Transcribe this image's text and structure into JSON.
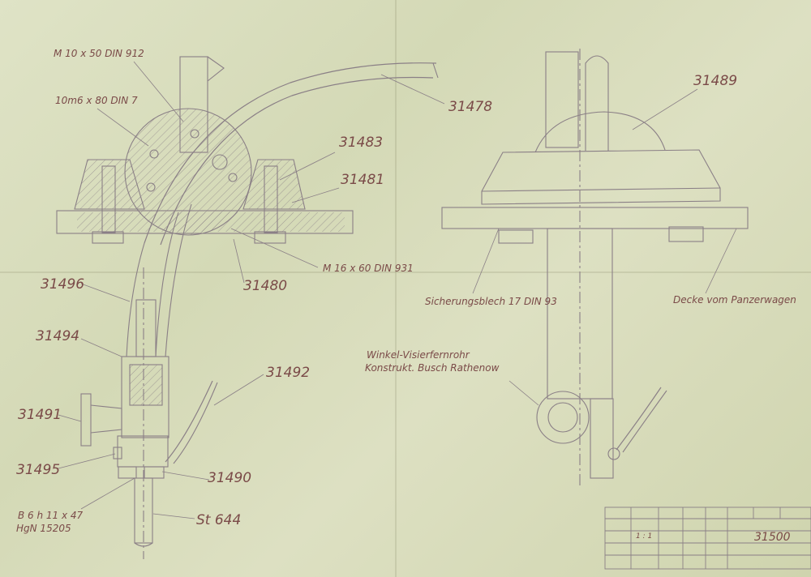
{
  "labels": {
    "m10": "M 10 x 50 DIN 912",
    "m6": "10m6 x 80 DIN 7",
    "p31478": "31478",
    "p31483": "31483",
    "p31481": "31481",
    "m16": "M 16 x 60 DIN 931",
    "p31480": "31480",
    "p31496": "31496",
    "p31494": "31494",
    "p31492": "31492",
    "p31491": "31491",
    "p31495": "31495",
    "p31490": "31490",
    "b6h": "B 6 h 11 x 47",
    "hgn": "HgN 15205",
    "st644": "St 644",
    "p31489": "31489",
    "sicherung": "Sicherungsblech 17 DIN 93",
    "decke": "Decke vom Panzerwagen",
    "winkel": "Winkel-Visierfernrohr",
    "konstrukt": "Konstrukt. Busch Rathenow"
  },
  "title_block": {
    "number": "31500",
    "scale": "1 : 1"
  },
  "colors": {
    "line": "#8a7f86",
    "label": "#7a4a48",
    "paper": "#d9ddbf"
  }
}
